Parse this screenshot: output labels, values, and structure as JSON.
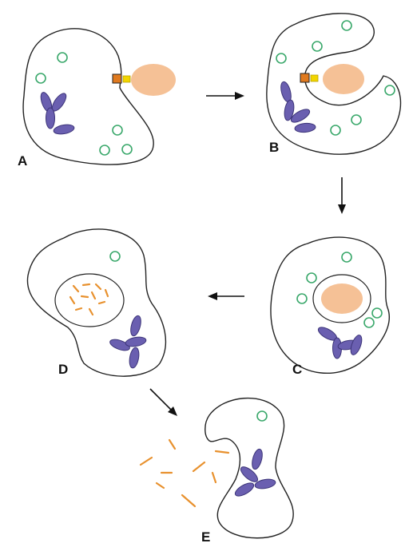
{
  "figure": {
    "stage_labels": {
      "a": "A",
      "b": "B",
      "c": "C",
      "d": "D",
      "e": "E"
    }
  },
  "colors": {
    "membrane": "#222222",
    "granule": "#3aa86b",
    "nucleus_lobe": "#6a5fb0",
    "particle": "#f5c196",
    "particle_debris": "#e8912e",
    "receptor": "#e07a1f",
    "ligand": "#f2d500"
  }
}
